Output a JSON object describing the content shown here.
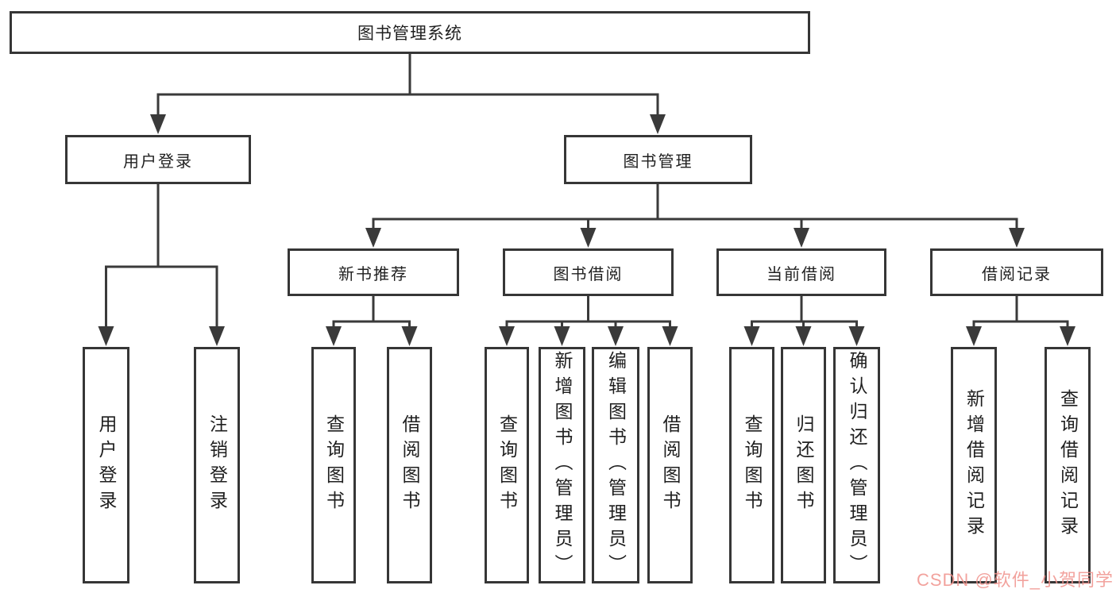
{
  "diagram": {
    "root": {
      "label": "图书管理系统"
    },
    "level2": {
      "user_login": {
        "label": "用户登录"
      },
      "book_management": {
        "label": "图书管理"
      }
    },
    "level3": {
      "new_book": {
        "label": "新书推荐"
      },
      "book_borrow": {
        "label": "图书借阅"
      },
      "current_borrow": {
        "label": "当前借阅"
      },
      "borrow_record": {
        "label": "借阅记录"
      }
    },
    "leaves": {
      "user_login_children": [
        {
          "label": "用户登录"
        },
        {
          "label": "注销登录"
        }
      ],
      "new_book_children": [
        {
          "label": "查询图书"
        },
        {
          "label": "借阅图书"
        }
      ],
      "book_borrow_children": [
        {
          "label": "查询图书"
        },
        {
          "label": "新增图书（管理员）"
        },
        {
          "label": "编辑图书（管理员）"
        },
        {
          "label": "借阅图书"
        }
      ],
      "current_borrow_children": [
        {
          "label": "查询图书"
        },
        {
          "label": "归还图书"
        },
        {
          "label": "确认归还（管理员）"
        }
      ],
      "borrow_record_children": [
        {
          "label": "新增借阅记录"
        },
        {
          "label": "查询借阅记录"
        }
      ]
    },
    "colors": {
      "line": "#3a3a3a",
      "box_border": "#363636",
      "background": "#ffffff",
      "text": "#1f1f1f",
      "watermark": "#f0928c"
    }
  },
  "watermark": {
    "text": "CSDN @软件_小贺同学"
  }
}
